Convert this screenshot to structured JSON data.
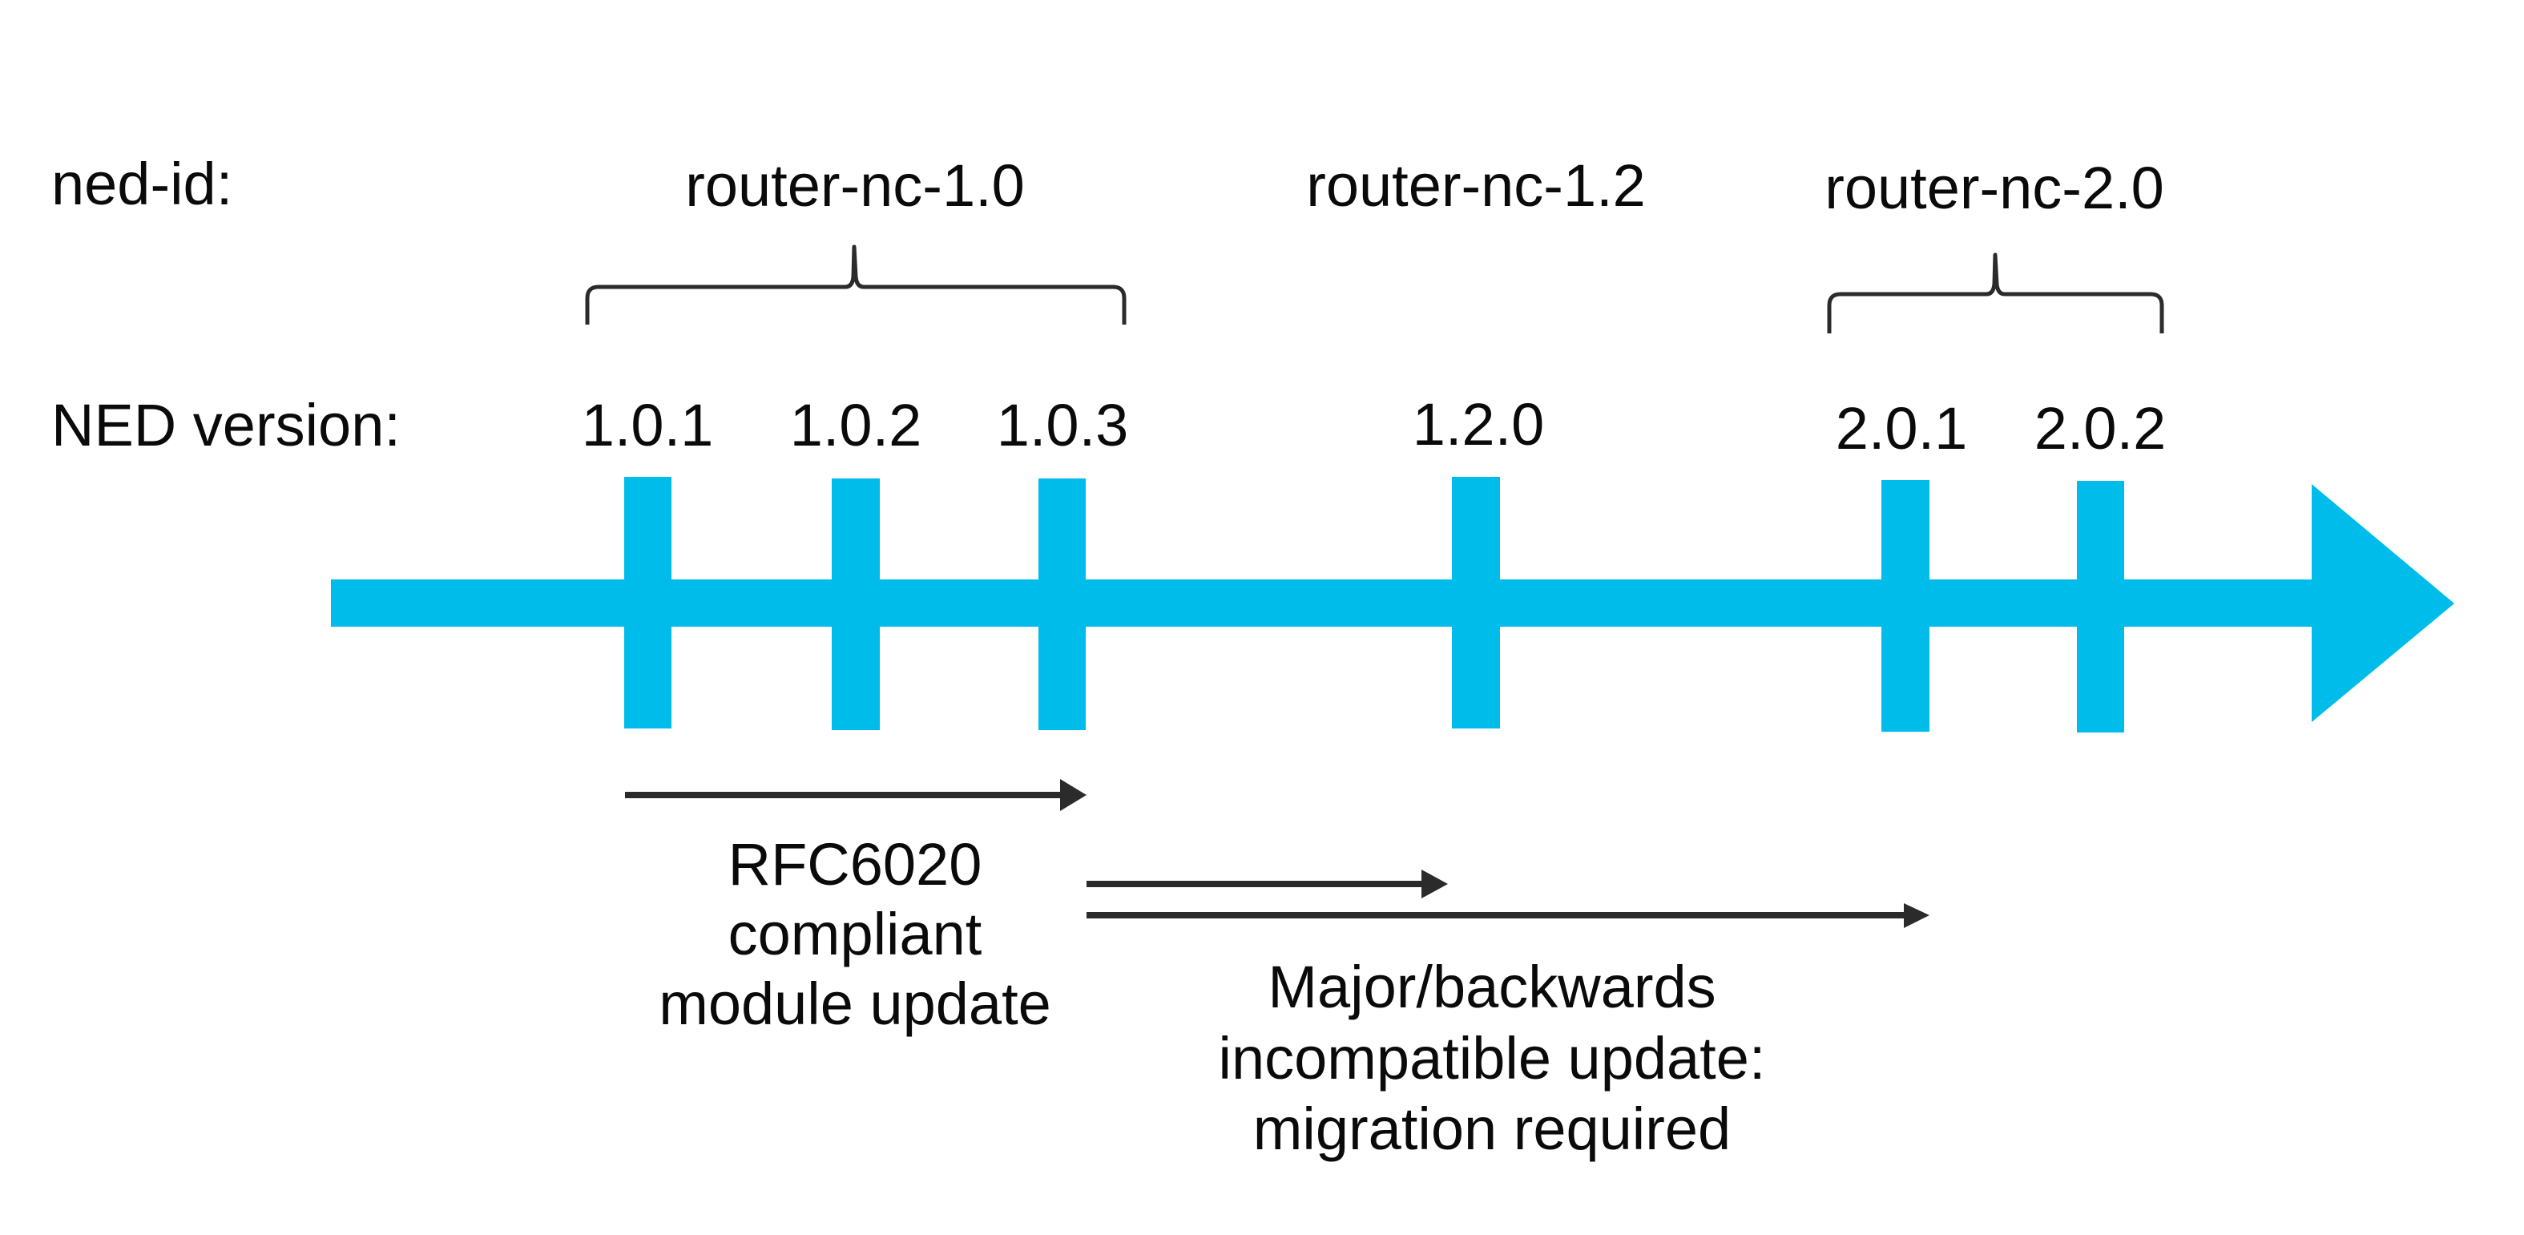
{
  "colors": {
    "timeline": "#00bceb",
    "annotation": "#2b2b2b",
    "text": "#0a0a0a",
    "background": "#ffffff"
  },
  "row_labels": {
    "ned_id": "ned-id:",
    "ned_version": "NED version:"
  },
  "ned_ids": [
    {
      "label": "router-nc-1.0",
      "versions": [
        "1.0.1",
        "1.0.2",
        "1.0.3"
      ],
      "grouped": true
    },
    {
      "label": "router-nc-1.2",
      "versions": [
        "1.2.0"
      ],
      "grouped": false
    },
    {
      "label": "router-nc-2.0",
      "versions": [
        "2.0.1",
        "2.0.2"
      ],
      "grouped": true
    }
  ],
  "versions": [
    "1.0.1",
    "1.0.2",
    "1.0.3",
    "1.2.0",
    "2.0.1",
    "2.0.2"
  ],
  "update_arrows": [
    {
      "from": "1.0.1",
      "to": "1.0.3",
      "kind": "compliant"
    },
    {
      "from": "1.0.3",
      "to": "1.2.0",
      "kind": "major"
    },
    {
      "from": "1.0.3",
      "to": "2.0.1",
      "kind": "major"
    }
  ],
  "notes": {
    "compliant": [
      "RFC6020",
      "compliant",
      "module update"
    ],
    "major": [
      "Major/backwards",
      "incompatible update:",
      "migration required"
    ]
  }
}
